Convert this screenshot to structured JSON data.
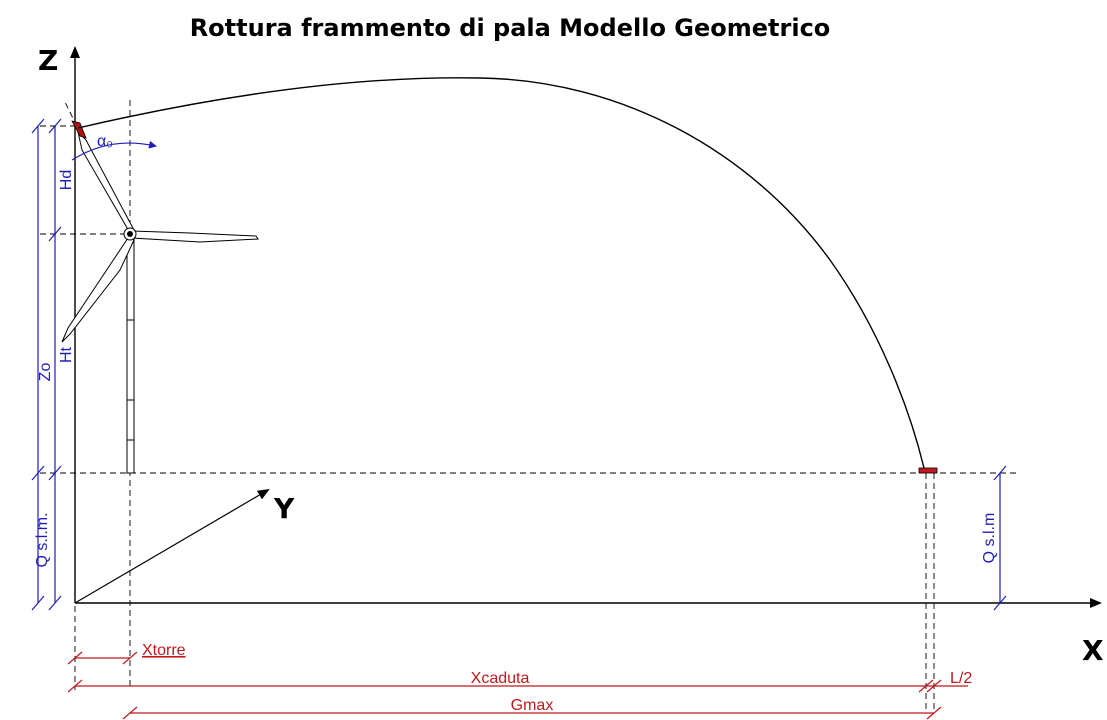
{
  "title": "Rottura frammento di pala Modello Geometrico",
  "axes": {
    "z": "Z",
    "x": "X",
    "y": "Y"
  },
  "angle_label": "α₀",
  "vertical_dims": {
    "hd": "Hd",
    "ht": "Ht",
    "zo": "Zo",
    "q_slm_left": "Q s.l.m.",
    "q_slm_right": "Q s.l.m"
  },
  "horizontal_dims": {
    "xtorre": "Xtorre",
    "xcaduta": "Xcaduta",
    "l_half": "L/2",
    "gmax": "Gmax"
  },
  "colors": {
    "dimension_blue": "#1f1fb8",
    "dimension_red": "#c0181c",
    "fragment": "#b01010",
    "line": "#000000"
  }
}
